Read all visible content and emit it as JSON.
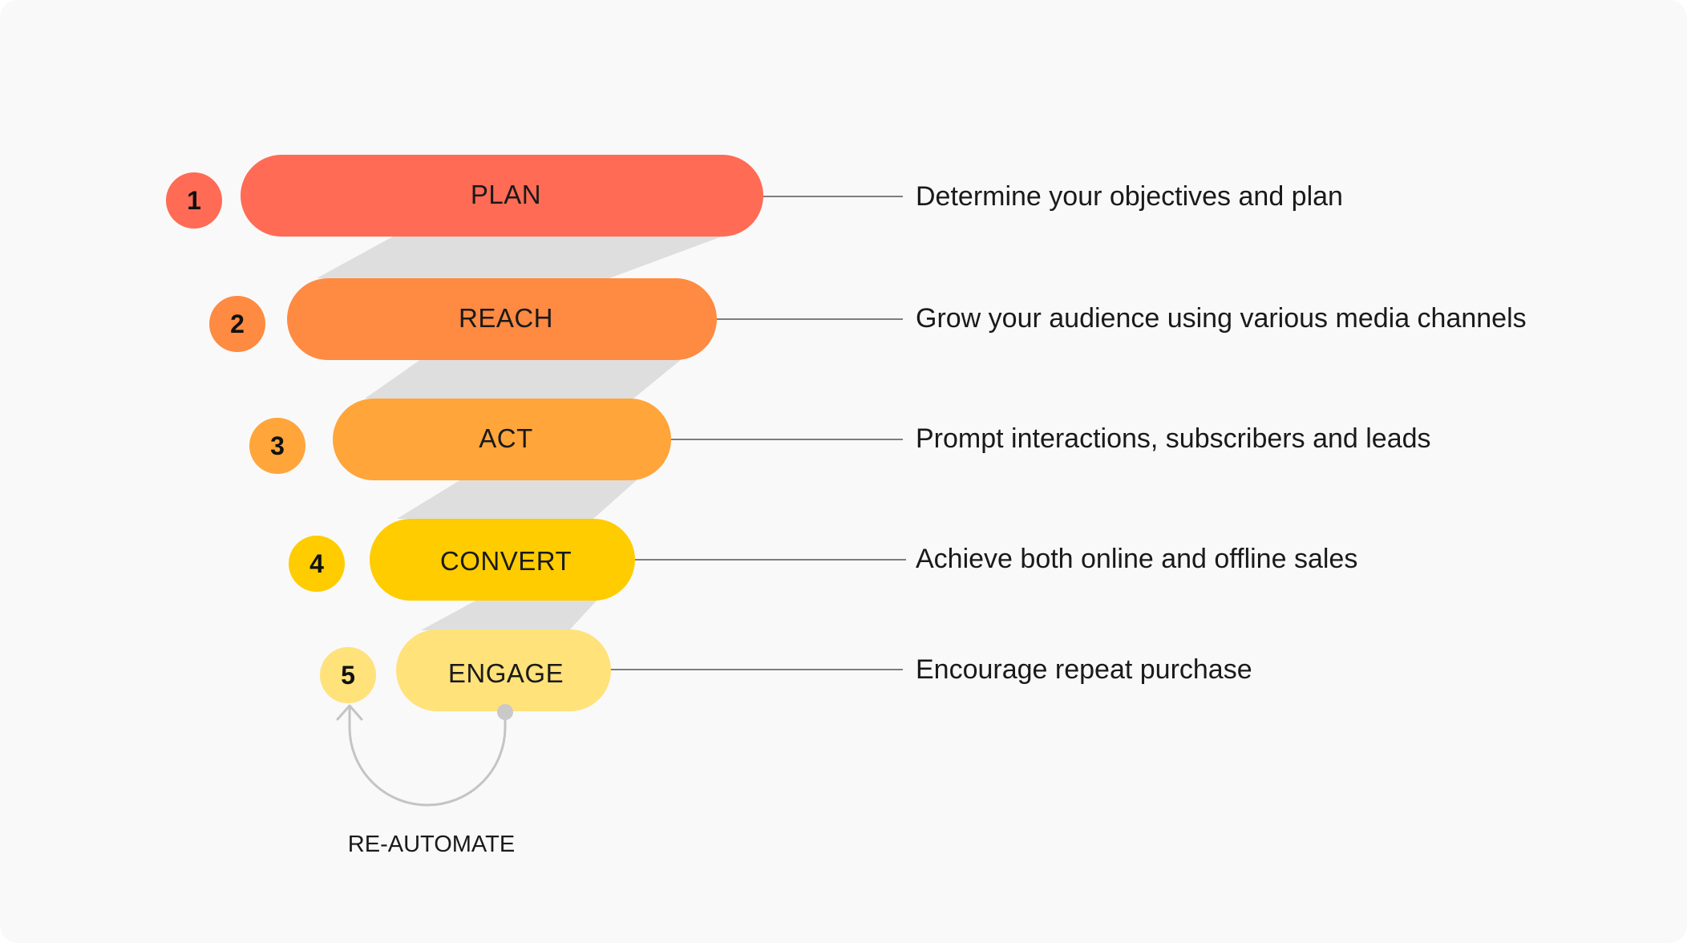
{
  "funnel": {
    "stages": [
      {
        "number": "1",
        "label": "PLAN",
        "description": "Determine your objectives and plan",
        "color": "#ff6b55"
      },
      {
        "number": "2",
        "label": "REACH",
        "description": "Grow your audience using various media channels",
        "color": "#ff8a42"
      },
      {
        "number": "3",
        "label": "ACT",
        "description": "Prompt interactions, subscribers and leads",
        "color": "#ffa53a"
      },
      {
        "number": "4",
        "label": "CONVERT",
        "description": "Achieve both online and offline sales",
        "color": "#ffcc00"
      },
      {
        "number": "5",
        "label": "ENGAGE",
        "description": "Encourage repeat purchase",
        "color": "#ffe27a"
      }
    ],
    "loop_label": "RE-AUTOMATE",
    "connector_color": "#dedede",
    "line_color": "#555555"
  }
}
